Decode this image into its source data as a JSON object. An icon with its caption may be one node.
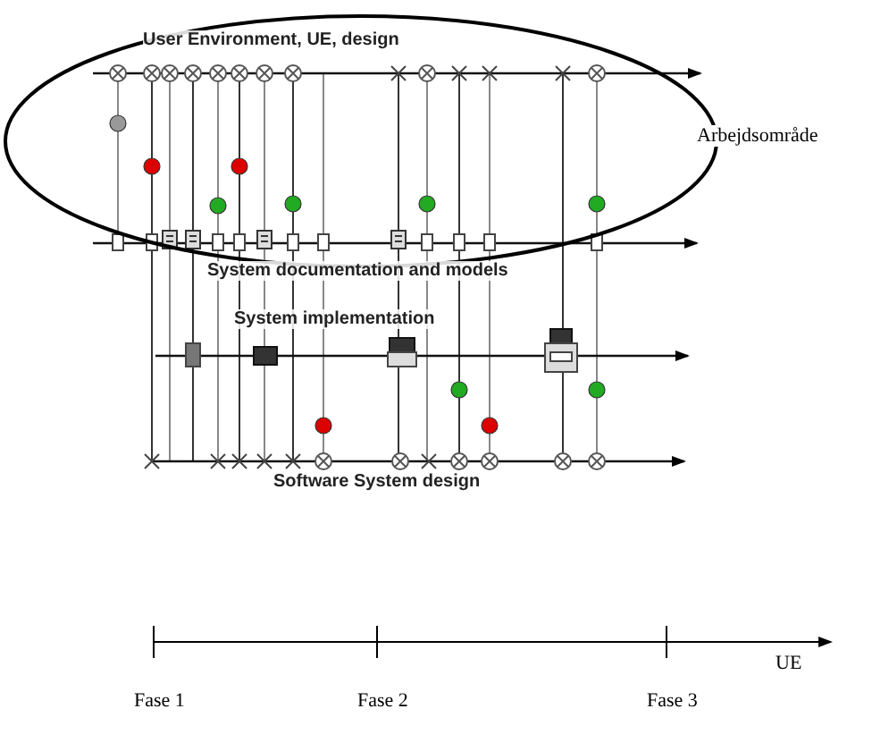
{
  "diagram": {
    "nodes": [
      {
        "text": [
          "Arbejdsområde"
        ]
      }
    ],
    "edges": [],
    "labels": [
      "User Environment, UE, design",
      "System documentation and models",
      "System implementation",
      "Software System design",
      "UE",
      "Fase 1",
      "Fase 2",
      "Fase 3"
    ]
  }
}
